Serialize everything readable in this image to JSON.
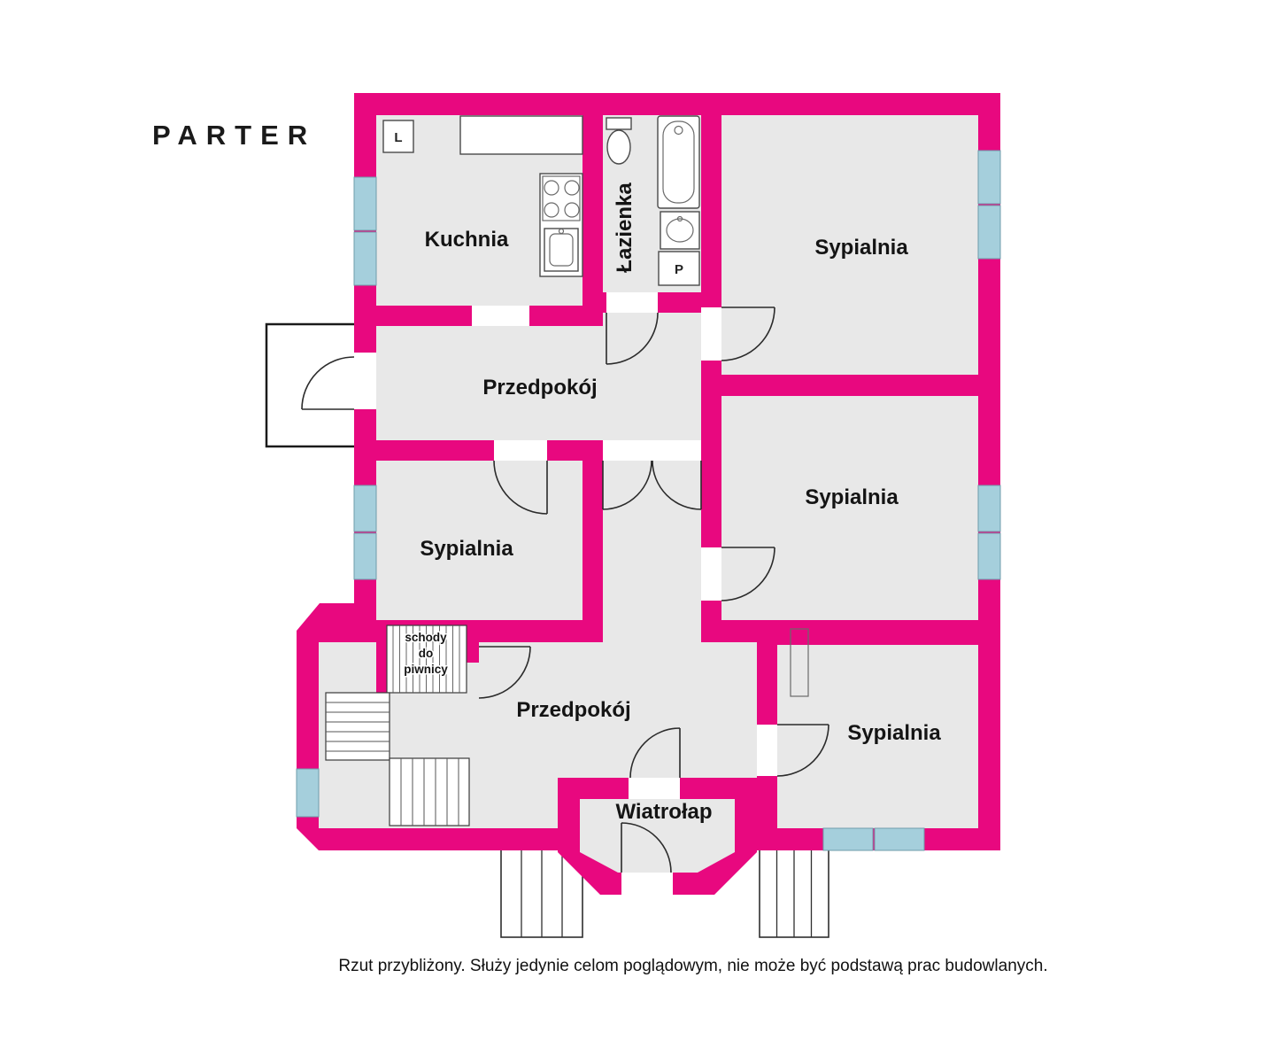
{
  "plan": {
    "title": "PARTER",
    "rooms": {
      "kuchnia": "Kuchnia",
      "lazienka": "Łazienka",
      "sypialnia_top_right": "Sypialnia",
      "sypialnia_middle_right": "Sypialnia",
      "sypialnia_left": "Sypialnia",
      "sypialnia_bottom_right": "Sypialnia",
      "przedpokoj_upper": "Przedpokój",
      "przedpokoj_lower": "Przedpokój",
      "wiatrolap": "Wiatrołap"
    },
    "annotations": {
      "fridge_label": "L",
      "washer_label": "P",
      "basement_stairs": [
        "schody",
        "do",
        "piwnicy"
      ]
    },
    "disclaimer": "Rzut przybliżony. Służy jedynie celom poglądowym, nie może być podstawą prac budowlanych.",
    "colors": {
      "wall": "#e8087f",
      "room": "#e8e8e8",
      "window": "#a5cfdc"
    }
  }
}
